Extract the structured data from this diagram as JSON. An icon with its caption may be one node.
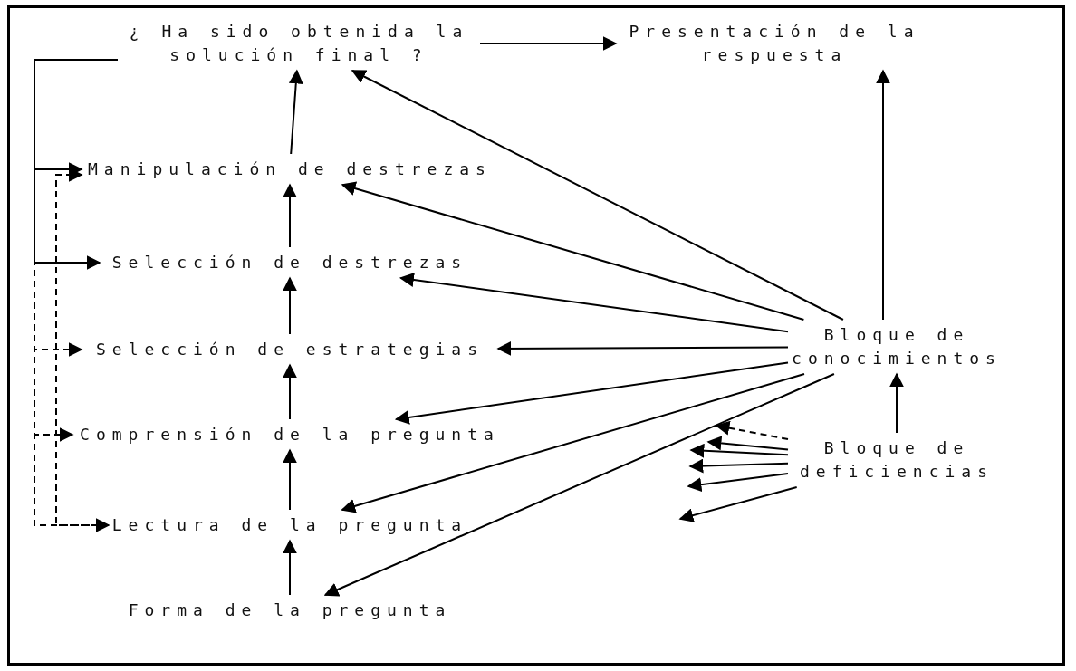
{
  "diagram": {
    "nodes": [
      {
        "text": [
          "¿ Ha sido obtenida la solución final ?"
        ]
      },
      {
        "text": [
          "Presentación de la respuesta"
        ]
      },
      {
        "text": [
          "Manipulación de destrezas"
        ]
      },
      {
        "text": [
          "Selección de destrezas"
        ]
      },
      {
        "text": [
          "Selección de estrategias"
        ]
      },
      {
        "text": [
          "Comprensión de la pregunta"
        ]
      },
      {
        "text": [
          "Lectura de la pregunta"
        ]
      },
      {
        "text": [
          "Forma de la pregunta"
        ]
      },
      {
        "text": [
          "Bloque de conocimientos"
        ]
      },
      {
        "text": [
          "Bloque de deficiencias"
        ]
      }
    ],
    "edges": [
      {
        "from": 7,
        "to": 6,
        "arrow": "to"
      },
      {
        "from": 6,
        "to": 5,
        "arrow": "to"
      },
      {
        "from": 5,
        "to": 4,
        "arrow": "to"
      },
      {
        "from": 4,
        "to": 3,
        "arrow": "to"
      },
      {
        "from": 3,
        "to": 2,
        "arrow": "to"
      },
      {
        "from": 2,
        "to": 0,
        "arrow": "to"
      },
      {
        "from": 0,
        "to": 1,
        "arrow": "to"
      },
      {
        "from": 9,
        "to": 8,
        "arrow": "to"
      },
      {
        "from": 8,
        "to": 1,
        "arrow": "to"
      },
      {
        "from": 8,
        "to": 0,
        "arrow": "to"
      },
      {
        "from": 8,
        "to": 2,
        "arrow": "to"
      },
      {
        "from": 8,
        "to": 3,
        "arrow": "to"
      },
      {
        "from": 8,
        "to": 4,
        "arrow": "to"
      },
      {
        "from": 8,
        "to": 5,
        "arrow": "to"
      },
      {
        "from": 8,
        "to": 6,
        "arrow": "to"
      },
      {
        "from": 8,
        "to": 7,
        "arrow": "to"
      },
      {
        "from": 0,
        "to": 2,
        "arrow": "to"
      },
      {
        "from": 0,
        "to": 3,
        "arrow": "to"
      },
      {
        "from": 0,
        "to": 4,
        "arrow": "to",
        "style": "dashed"
      },
      {
        "from": 0,
        "to": 5,
        "arrow": "to",
        "style": "dashed"
      },
      {
        "from": 0,
        "to": 6,
        "arrow": "to",
        "style": "dashed"
      },
      {
        "from": 6,
        "to": 2,
        "arrow": "to",
        "style": "dashed"
      },
      {
        "from": 9,
        "to": null,
        "arrow": "to",
        "style": "dashed"
      },
      {
        "from": 9,
        "to": null,
        "arrow": "to"
      },
      {
        "from": 9,
        "to": null,
        "arrow": "to"
      },
      {
        "from": 9,
        "to": null,
        "arrow": "to"
      },
      {
        "from": 9,
        "to": null,
        "arrow": "to"
      },
      {
        "from": 9,
        "to": null,
        "arrow": "to"
      }
    ]
  }
}
